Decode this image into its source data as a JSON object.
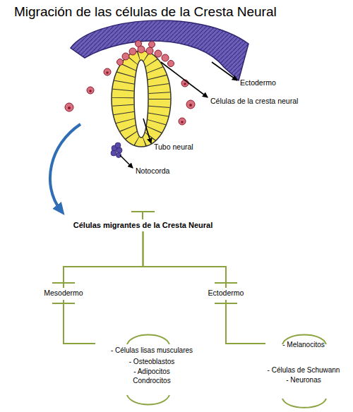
{
  "diagram": {
    "title": "Migración de las células de la Cresta Neural",
    "nodes": [
      {
        "text": [
          "Células migrantes de la Cresta Neural"
        ]
      },
      {
        "text": [
          "Mesodermo"
        ]
      },
      {
        "text": [
          "Ectodermo"
        ]
      },
      {
        "text": [
          "- Células lisas musculares",
          "- Osteoblastos",
          "- Adipocitos",
          "Condrocitos"
        ]
      },
      {
        "text": [
          "- Melanocitos",
          "- Células de Schuwann",
          "- Neuronas"
        ]
      }
    ],
    "edges": [
      {
        "from": 0,
        "to": 1,
        "arrow": "none"
      },
      {
        "from": 0,
        "to": 2,
        "arrow": "none"
      },
      {
        "from": 1,
        "to": 3,
        "arrow": "none"
      },
      {
        "from": 2,
        "to": 4,
        "arrow": "none"
      }
    ],
    "labels": [
      "Ectodermo",
      "Células de la cresta neural",
      "Tubo neural",
      "Notocorda"
    ]
  }
}
